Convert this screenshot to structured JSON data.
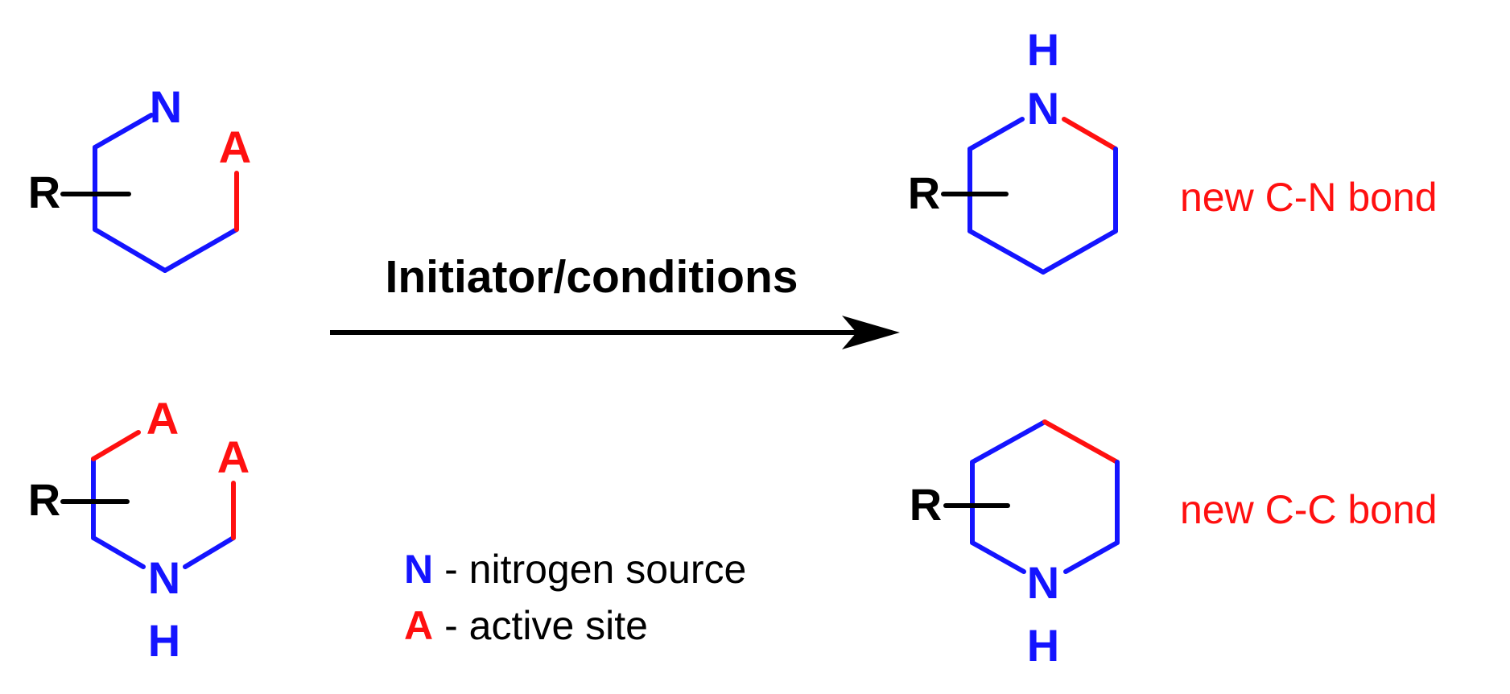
{
  "colors": {
    "nitrogen": "#1414ff",
    "active": "#ff1010",
    "black": "#000000"
  },
  "reactant_top": {
    "sub": "R",
    "nitrogen": "N",
    "active": "A"
  },
  "reactant_bottom": {
    "sub": "R",
    "active_1": "A",
    "active_2": "A",
    "nitrogen": "N",
    "hydrogen": "H"
  },
  "conditions": "Initiator/conditions",
  "product_top": {
    "sub": "R",
    "nitrogen": "N",
    "hydrogen": "H",
    "note": "new C-N bond"
  },
  "product_bottom": {
    "sub": "R",
    "nitrogen": "N",
    "hydrogen": "H",
    "note": "new C-C bond"
  },
  "legend": [
    {
      "symbol": "N",
      "text": "- nitrogen source"
    },
    {
      "symbol": "A",
      "text": "- active site"
    }
  ]
}
